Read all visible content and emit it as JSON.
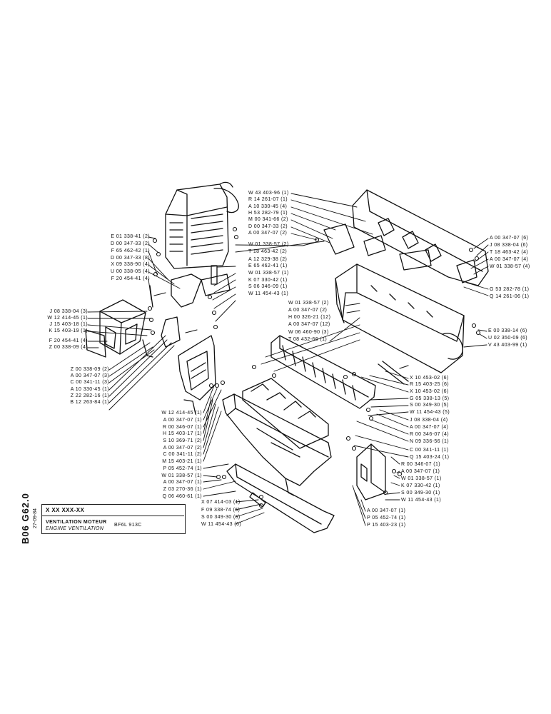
{
  "sheet": {
    "code": "B06  G62.0",
    "date": "27-09-84",
    "ref": "X XX  XXX-XX",
    "title_fr": "VENTILATION MOTEUR",
    "title_en": "ENGINE VENTILATION",
    "model": "BF6L 913C"
  },
  "left_labels": [
    "E 01 338-41 (2)",
    "D 00 347-33 (2)",
    "F 65 462-42 (1)",
    "D 00 347-33 (8)",
    "X 09 338-90 (4)",
    "U 00 338-05 (4)",
    "F 20 454-41 (4)",
    "J 08 338-04 (3)",
    "W 12 414-45 (1)",
    "J 15 403-18 (1)",
    "K 15 403-19 (1)",
    "F 20 454-41 (4)",
    "Z 00 338-09 (4)",
    "Z 00 338-09 (2)",
    "A 00 347-07 (3)",
    "C 00 341-11 (3)",
    "A 10 330-45 (1)",
    "Z 22 282-16 (1)",
    "B 12 263-84 (1)"
  ],
  "top_labels": [
    "W 43 403-96 (1)",
    "R 14 261-07 (1)",
    "A 10 330-45 (4)",
    "H 53 282-79 (1)",
    "M 00 341-66 (2)",
    "D 00 347-33 (2)",
    "A 00 347-07 (2)",
    "W 01 338-57 (2)",
    "T 18 463-42 (2)",
    "A 12 329-38 (2)",
    "E 65 462-41 (1)",
    "W 01 338-57 (1)",
    "K 07 330-42 (1)",
    "S 06 346-09 (1)",
    "W 11 454-43 (1)"
  ],
  "right_top_labels": [
    "A 00 347-07 (6)",
    "J 08 338-04 (6)",
    "T 18 463-42 (4)",
    "A 00 347-07 (4)",
    "W 01 338-57 (4)",
    "G 53 282-78 (1)",
    "Q 14 261-06 (1)"
  ],
  "middle_labels": [
    "W 01 338-57 (2)",
    "A 00 347-07 (2)",
    "H 00 326-21 (12)",
    "A 00 347-07 (12)",
    "W 06 460-90 (3)",
    "T 08 432-66 (1)"
  ],
  "right_mid_labels": [
    "E 00 338-14 (6)",
    "U 02 350-09 (6)",
    "V 43 403-99 (1)"
  ],
  "center_right_labels": [
    "X 10 453-02 (6)",
    "R 15 403-25 (6)",
    "X 10 453-02 (6)",
    "G 05 338-13 (5)",
    "S 00 349-30 (5)",
    "W 11 454-43 (5)",
    "J 08 338-04 (4)",
    "A 00 347-07 (4)",
    "R 00 346-07 (4)",
    "N 09 336-56 (1)",
    "C 00 341-11 (1)",
    "Q 15 403-24 (1)",
    "R 00 346-07 (1)",
    "A 00 347-07 (1)",
    "W 01 338-57 (1)",
    "K 07 330-42 (1)",
    "S 00 349-30 (1)",
    "W 11 454-43 (1)"
  ],
  "bottom_left_labels": [
    "W 12 414-45 (1)",
    "A 00 347-07 (1)",
    "R 00 346-07 (1)",
    "H 15 403-17 (1)",
    "S 10 369-71 (2)",
    "A 00 347-07 (2)",
    "C 00 341-11 (2)",
    "M 15 403-21 (1)",
    "P 05 452-74 (1)",
    "W 01 338-57 (1)",
    "A 00 347-07 (1)",
    "Z 03 270-36 (1)",
    "Q 06 460-61 (1)"
  ],
  "bottom_center_labels": [
    "X 07 414-03 (1)",
    "F 09 338-74 (6)",
    "S 00 349-30 (6)",
    "W 11 454-43 (6)"
  ],
  "bottom_right_labels": [
    "A 00 347-07 (1)",
    "P 05 452-74 (1)",
    "P 15 403-23 (1)"
  ]
}
